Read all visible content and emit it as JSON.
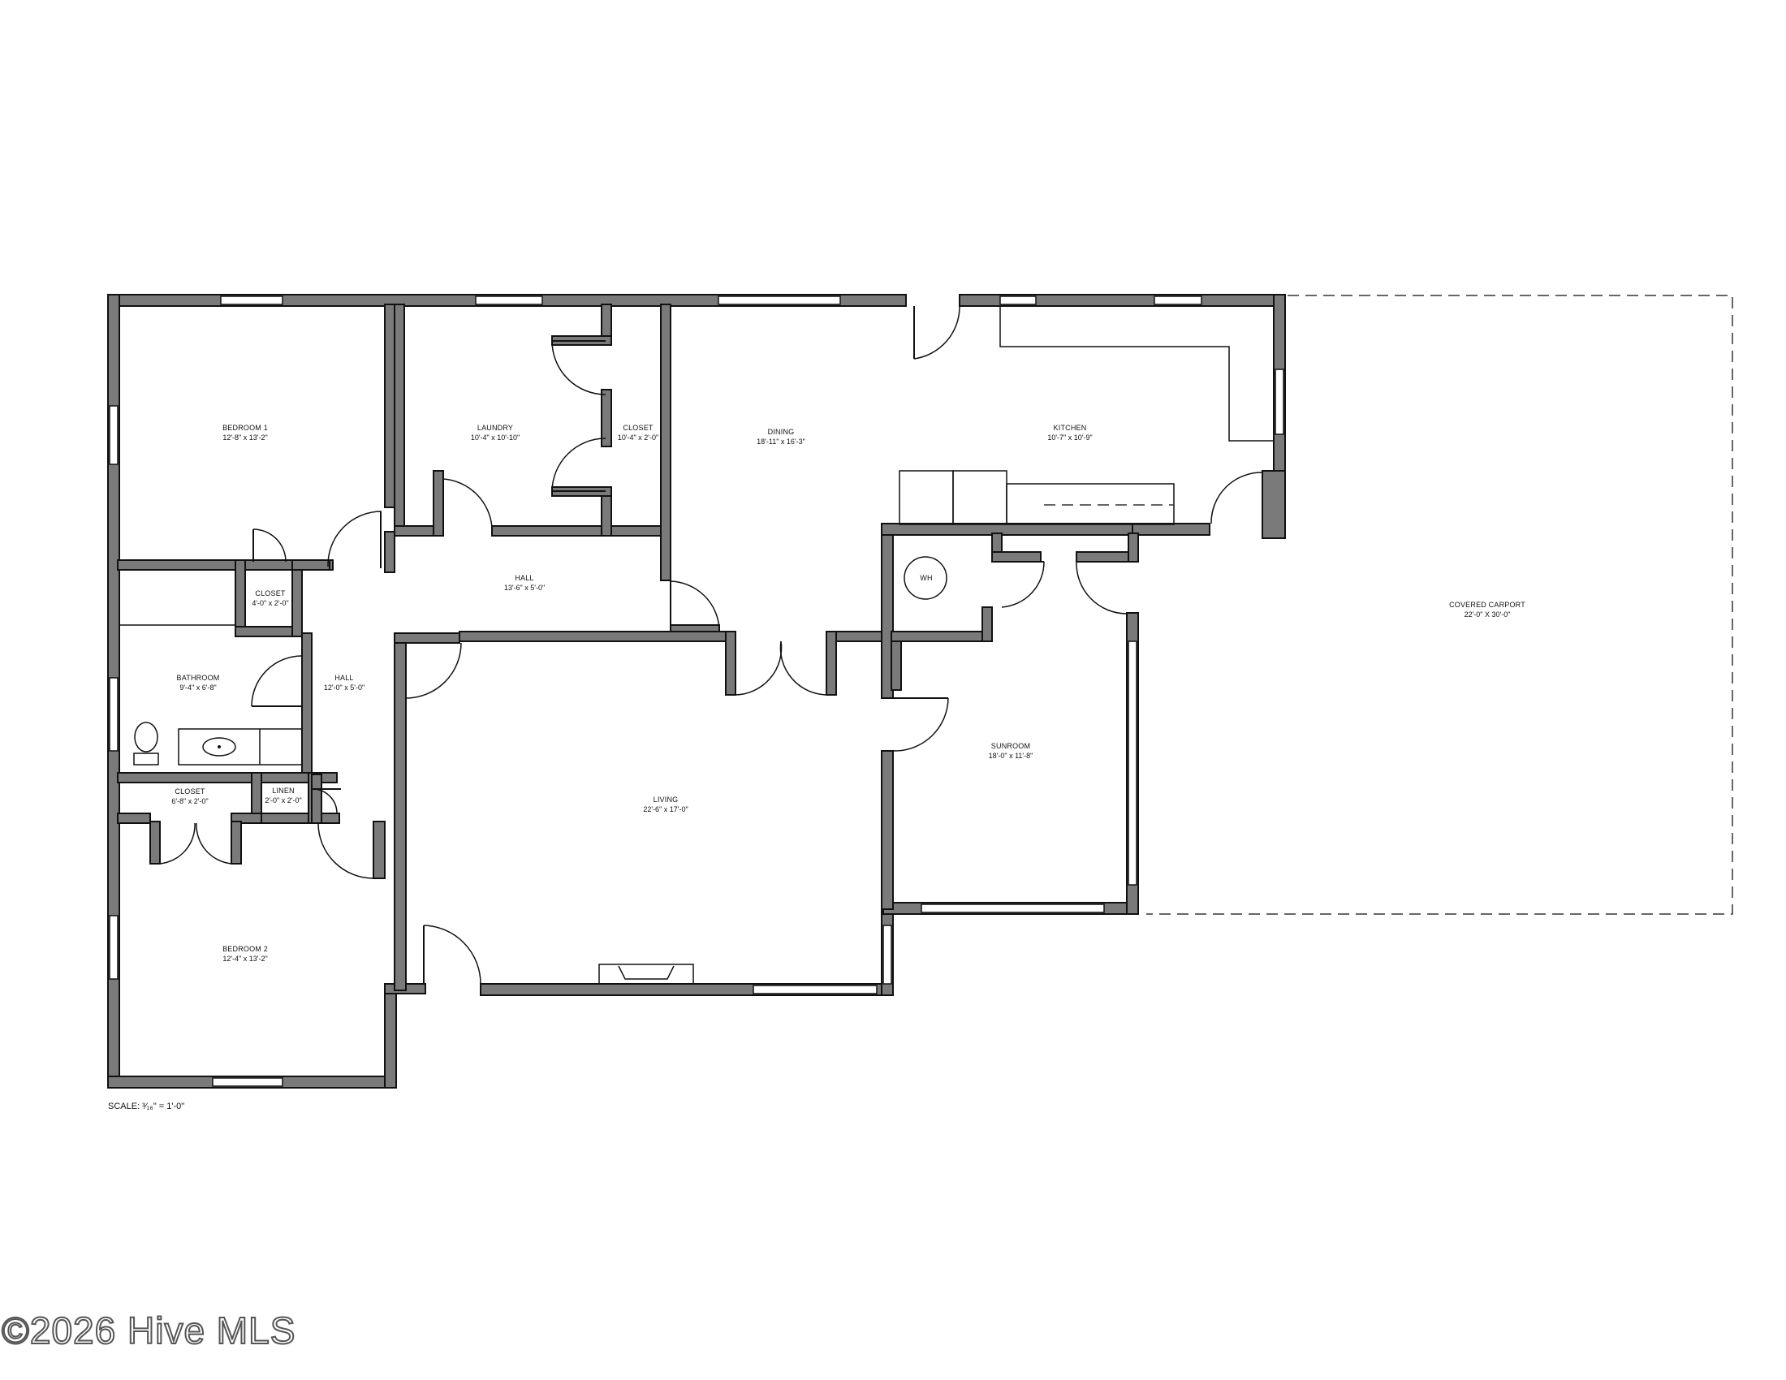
{
  "rooms": {
    "bedroom1": {
      "name": "BEDROOM 1",
      "dims": "12'-8\" x 13'-2\""
    },
    "laundry": {
      "name": "LAUNDRY",
      "dims": "10'-4\" x 10'-10\""
    },
    "closet_laundry": {
      "name": "CLOSET",
      "dims": "10'-4\" x 2'-0\""
    },
    "dining": {
      "name": "DINING",
      "dims": "18'-11\" x 16'-3\""
    },
    "kitchen": {
      "name": "KITCHEN",
      "dims": "10'-7\" x 10'-9\""
    },
    "closet_hall": {
      "name": "CLOSET",
      "dims": "4'-0\" x 2'-0\""
    },
    "hall_upper": {
      "name": "HALL",
      "dims": "13'-6\" x 5'-0\""
    },
    "water_heater": {
      "name": "WH"
    },
    "covered_carport": {
      "name": "COVERED CARPORT",
      "dims": "22'-0\" X 30'-0\""
    },
    "bathroom": {
      "name": "BATHROOM",
      "dims": "9'-4\" x 6'-8\""
    },
    "hall_lower": {
      "name": "HALL",
      "dims": "12'-0\" x 5'-0\""
    },
    "sunroom": {
      "name": "SUNROOM",
      "dims": "18'-0\" x 11'-8\""
    },
    "closet_bed2": {
      "name": "CLOSET",
      "dims": "6'-8\" x 2'-0\""
    },
    "linen": {
      "name": "LINEN",
      "dims": "2'-0\" x 2'-0\""
    },
    "living": {
      "name": "LIVING",
      "dims": "22'-6\" x 17'-0\""
    },
    "bedroom2": {
      "name": "BEDROOM 2",
      "dims": "12'-4\" x 13'-2\""
    }
  },
  "scale": "SCALE: ³⁄₁₆\" = 1'-0\"",
  "watermark": "©2026 Hive MLS"
}
